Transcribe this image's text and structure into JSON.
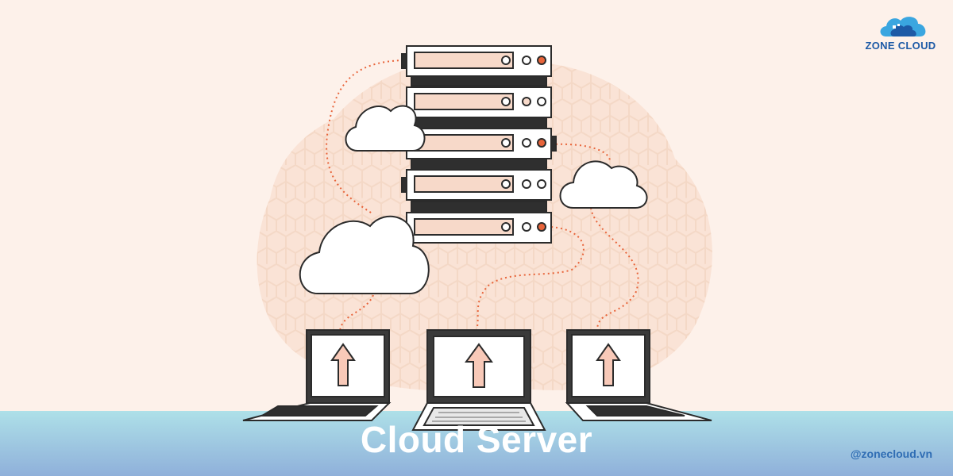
{
  "banner": {
    "title": "Cloud Server",
    "handle": "@zonecloud.vn"
  },
  "brand": {
    "name": "ZONE CLOUD",
    "logo_icon": "cloud-logo-icon"
  },
  "icons": {
    "server": "server-rack-icon",
    "cloud": "cloud-icon",
    "laptop": "laptop-icon",
    "upload": "upload-arrow-icon"
  },
  "colors": {
    "background": "#fdf1ea",
    "accent_orange": "#e8643a",
    "hex_pattern": "#f5d9c8",
    "ground": "#a9dce6",
    "ground_bottom": "#8fb3dc",
    "outline": "#2b2b2b",
    "brand_blue": "#1d5aa6"
  }
}
